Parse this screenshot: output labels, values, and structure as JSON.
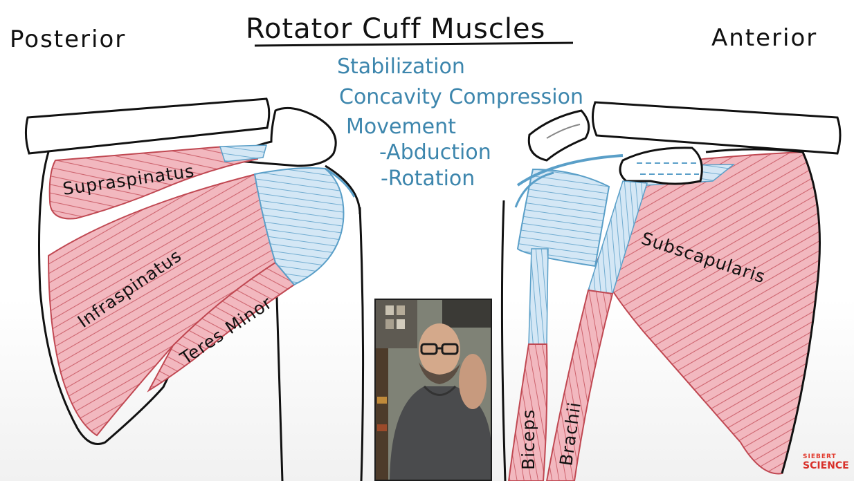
{
  "title": "Rotator Cuff Muscles",
  "side_labels": {
    "left": "Posterior",
    "right": "Anterior"
  },
  "functions": [
    "Stabilization",
    "Concavity Compression",
    "Movement",
    "-Abduction",
    "-Rotation"
  ],
  "muscle_labels": {
    "supraspinatus": "Supraspinatus",
    "infraspinatus": "Infraspinatus",
    "teres_minor": "Teres Minor",
    "subscapularis": "Subscapularis",
    "biceps": "Biceps",
    "brachii": "Brachii"
  },
  "logo": {
    "line1": "SIEBERT",
    "line2": "SCIENCE"
  },
  "colors": {
    "muscle": "#f2b8bf",
    "muscle_line": "#c04852",
    "tendon": "#cfe3f2",
    "tendon_line": "#5a9fc8",
    "text_blue": "#3d86ad",
    "ink": "#111111"
  }
}
